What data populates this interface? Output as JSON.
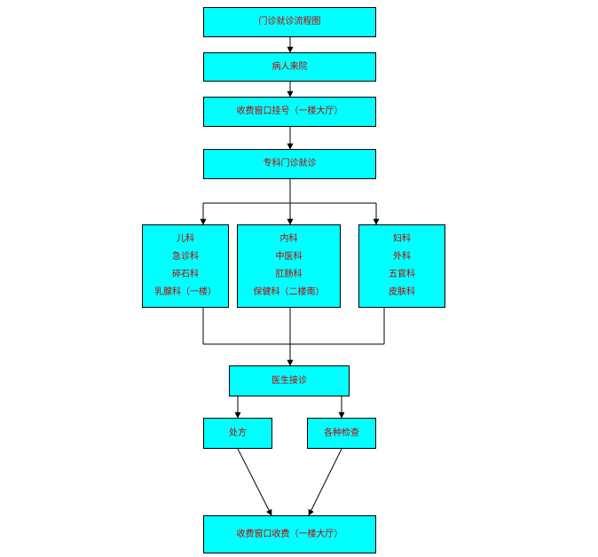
{
  "diagram": {
    "title": "门诊就诊流程图",
    "nodes": {
      "arrive": "病人来院",
      "register": "收费窗口挂号（一楼大厅）",
      "specialist": "专科门诊就诊",
      "dept_left": [
        "儿科",
        "急诊科",
        "碎石科",
        "乳腺科（一楼）"
      ],
      "dept_center": [
        "内科",
        "中医科",
        "肛肠科",
        "保健科（二楼南）"
      ],
      "dept_right": [
        "妇科",
        "外科",
        "五官科",
        "皮肤科"
      ],
      "doctor": "医生接诊",
      "prescription": "处方",
      "exams": "各种检查",
      "payment": "收费窗口收费（一楼大厅）"
    },
    "colors": {
      "box_fill": "#00ffff",
      "text": "#c00000",
      "border": "#000000",
      "line": "#000000"
    }
  }
}
